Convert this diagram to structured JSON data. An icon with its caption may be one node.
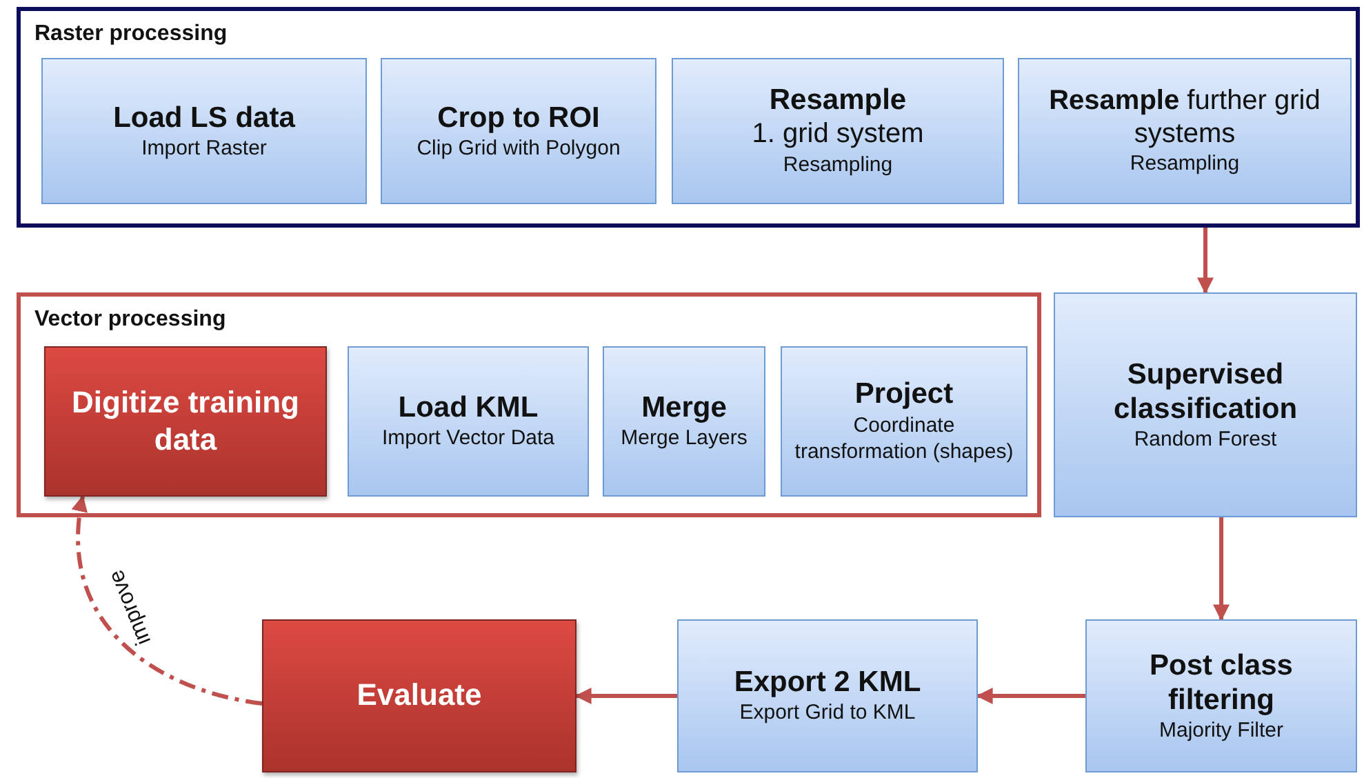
{
  "diagram": {
    "nodes": [
      {
        "text": [
          "Raster processing"
        ]
      },
      {
        "text": [
          "Load LS data",
          "Import Raster"
        ],
        "in": 0
      },
      {
        "text": [
          "Crop to ROI",
          "Clip Grid with Polygon"
        ],
        "in": 0
      },
      {
        "text": [
          "Resample",
          "1. grid system",
          "Resampling"
        ],
        "in": 0
      },
      {
        "text": [
          "**Resample** further grid systems",
          "Resampling"
        ],
        "in": 0
      },
      {
        "text": [
          "Vector processing"
        ]
      },
      {
        "text": [
          "Digitize training data"
        ],
        "in": 5
      },
      {
        "text": [
          "Load KML",
          "Import Vector Data"
        ],
        "in": 5
      },
      {
        "text": [
          "Merge",
          "Merge Layers"
        ],
        "in": 5
      },
      {
        "text": [
          "Project",
          "Coordinate transformation (shapes)"
        ],
        "in": 5
      },
      {
        "text": [
          "Supervised classification",
          "Random Forest"
        ]
      },
      {
        "text": [
          "Post class filtering",
          "Majority Filter"
        ]
      },
      {
        "text": [
          "Export 2 KML",
          "Export Grid to KML"
        ]
      },
      {
        "text": [
          "Evaluate"
        ]
      }
    ],
    "edges": [
      {
        "from": 0,
        "to": 10,
        "arrow": "to"
      },
      {
        "from": 10,
        "to": 11,
        "arrow": "to"
      },
      {
        "from": 11,
        "to": 12,
        "arrow": "to"
      },
      {
        "from": 12,
        "to": 13,
        "arrow": "to"
      },
      {
        "from": 13,
        "to": 6,
        "arrow": "to",
        "label": "improve",
        "style": "dashed"
      }
    ]
  }
}
